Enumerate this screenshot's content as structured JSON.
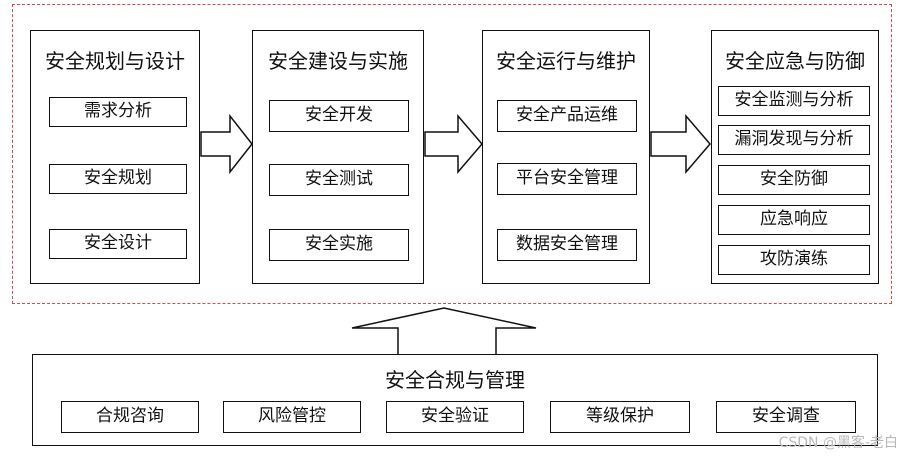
{
  "stages": [
    {
      "title": "安全规划与设计",
      "items": [
        "需求分析",
        "安全规划",
        "安全设计"
      ]
    },
    {
      "title": "安全建设与实施",
      "items": [
        "安全开发",
        "安全测试",
        "安全实施"
      ]
    },
    {
      "title": "安全运行与维护",
      "items": [
        "安全产品运维",
        "平台安全管理",
        "数据安全管理"
      ]
    },
    {
      "title": "安全应急与防御",
      "items": [
        "安全监测与分析",
        "漏洞发现与分析",
        "安全防御",
        "应急响应",
        "攻防演练"
      ]
    }
  ],
  "foundation": {
    "title": "安全合规与管理",
    "items": [
      "合规咨询",
      "风险管控",
      "安全验证",
      "等级保护",
      "安全调查"
    ]
  },
  "watermark": "CSDN @黑客-老白",
  "colors": {
    "border": "#111111",
    "dashed_frame": "#e0464a",
    "watermark": "#b9b9b9"
  }
}
